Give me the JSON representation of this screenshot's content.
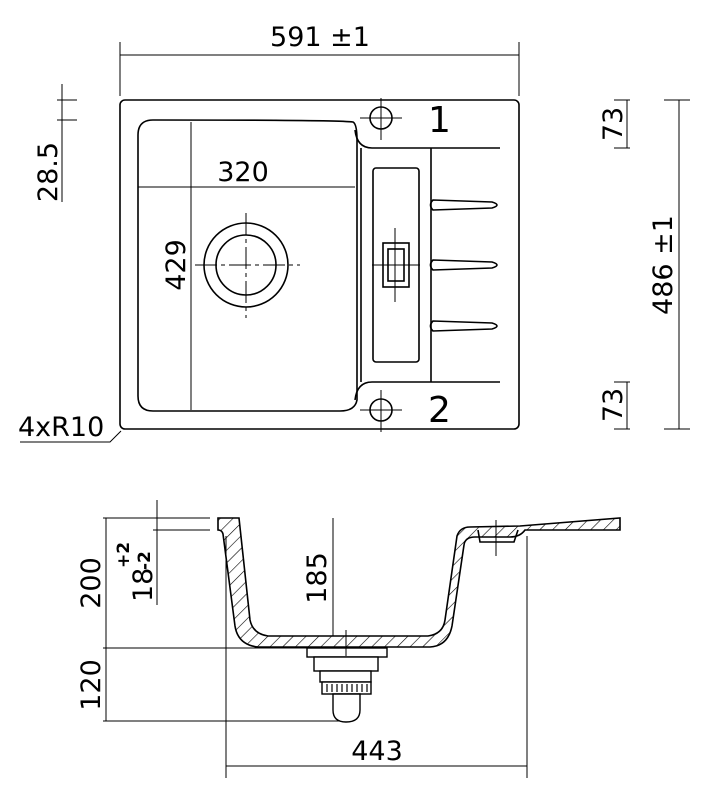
{
  "top_view": {
    "overall_width": "591 ±1",
    "overall_depth": "486 ±1",
    "bowl_width": "320",
    "bowl_depth": "429",
    "bowl_offset": "28.5",
    "corner_radius": "4xR10",
    "hole_offset_top": "73",
    "hole_offset_bottom": "73",
    "hole_1_label": "1",
    "hole_2_label": "2"
  },
  "section_view": {
    "total_height": "200",
    "drain_height": "120",
    "rim_thickness": "18",
    "rim_tolerance_plus": "+2",
    "rim_tolerance_minus": "-2",
    "bowl_depth": "185",
    "bowl_width": "443"
  }
}
